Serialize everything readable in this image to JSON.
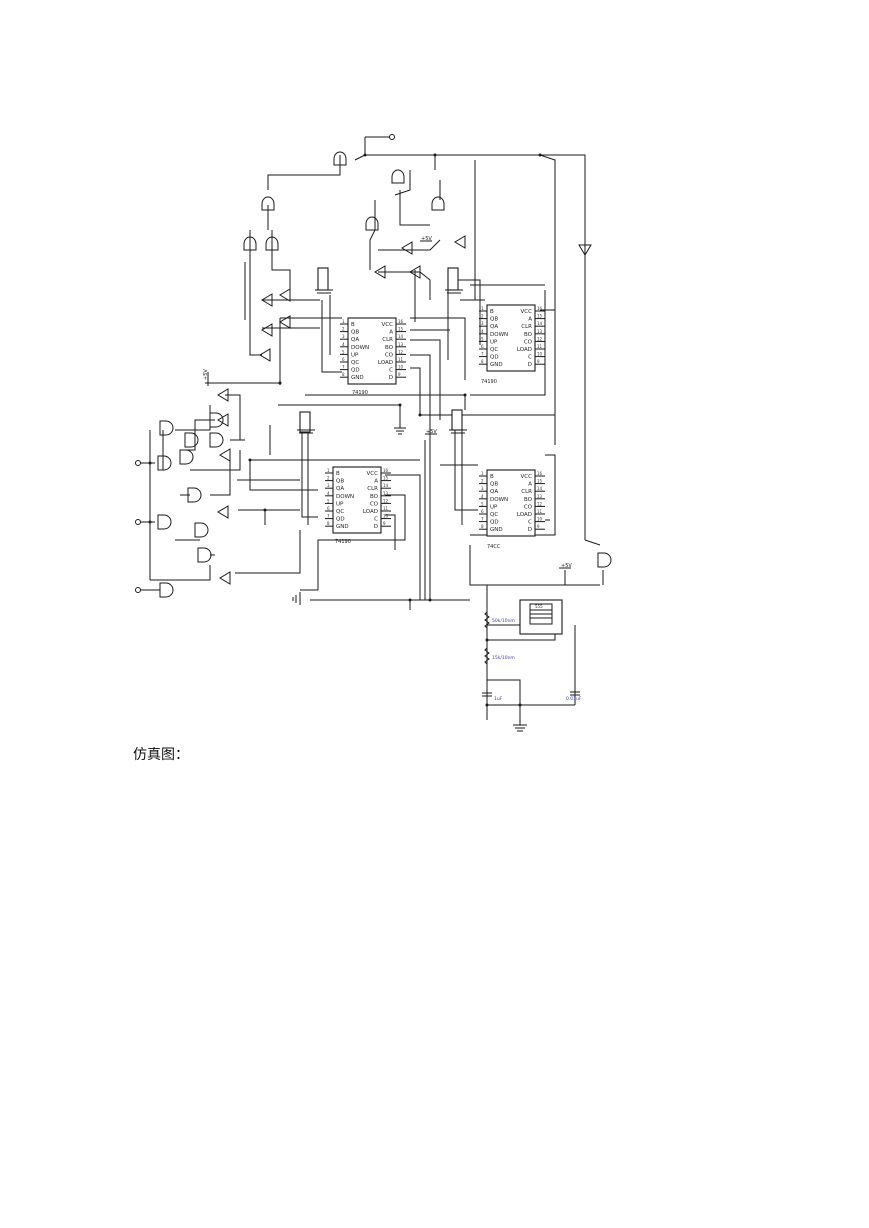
{
  "diagram": {
    "chips": [
      {
        "label": "74190",
        "pins_left": [
          "B",
          "QB",
          "QA",
          "DOWN",
          "UP",
          "QC",
          "QD",
          "GND"
        ],
        "pins_right": [
          "VCC",
          "A",
          "CLR",
          "BO",
          "CO",
          "LOAD",
          "C",
          "D"
        ]
      },
      {
        "label": "74190",
        "pins_left": [
          "B",
          "QB",
          "QA",
          "DOWN",
          "UP",
          "QC",
          "QD",
          "GND"
        ],
        "pins_right": [
          "VCC",
          "A",
          "CLR",
          "BO",
          "CO",
          "LOAD",
          "C",
          "D"
        ]
      },
      {
        "label": "74190",
        "pins_left": [
          "B",
          "QB",
          "QA",
          "DOWN",
          "UP",
          "QC",
          "QD",
          "GND"
        ],
        "pins_right": [
          "VCC",
          "A",
          "CLR",
          "BO",
          "CO",
          "LOAD",
          "C",
          "D"
        ]
      },
      {
        "label": "74CC",
        "pins_left": [
          "B",
          "QB",
          "QA",
          "DOWN",
          "UP",
          "QC",
          "QD",
          "GND"
        ],
        "pins_right": [
          "VCC",
          "A",
          "CLR",
          "BO",
          "CO",
          "LOAD",
          "C",
          "D"
        ]
      }
    ],
    "power_labels": [
      "+5V",
      "+5V",
      "+5V",
      "+5V"
    ],
    "components": {
      "r1": "50k/10nm",
      "r2": "15k/10nm",
      "c1": "1uF",
      "c2": "0.01uF"
    }
  },
  "caption": "仿真图："
}
